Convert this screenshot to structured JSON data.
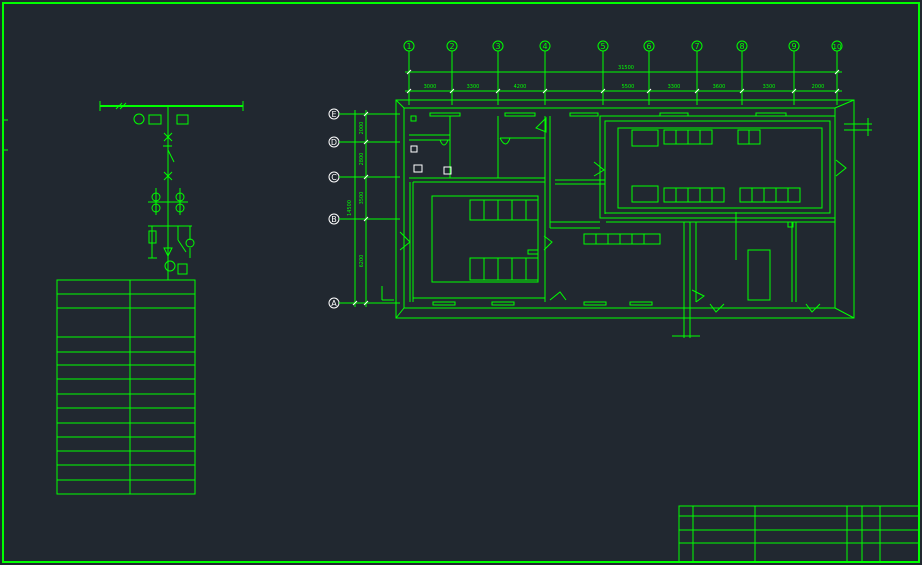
{
  "colors": {
    "background": "#212830",
    "line": "#00ff00",
    "accent": "#ffffff"
  },
  "plan": {
    "axis_top": [
      "1",
      "2",
      "3",
      "4",
      "5",
      "6",
      "7",
      "8",
      "9",
      "10"
    ],
    "axis_left": [
      "E",
      "D",
      "C",
      "B",
      "A"
    ],
    "dim_total_top": "31500",
    "dims_top": [
      "3000",
      "3300",
      "4200",
      "5500",
      "3300",
      "3600",
      "3300",
      "2000"
    ],
    "dims_left": [
      "2000",
      "2800",
      "3500",
      "6200"
    ],
    "dim_total_left": "14500"
  }
}
